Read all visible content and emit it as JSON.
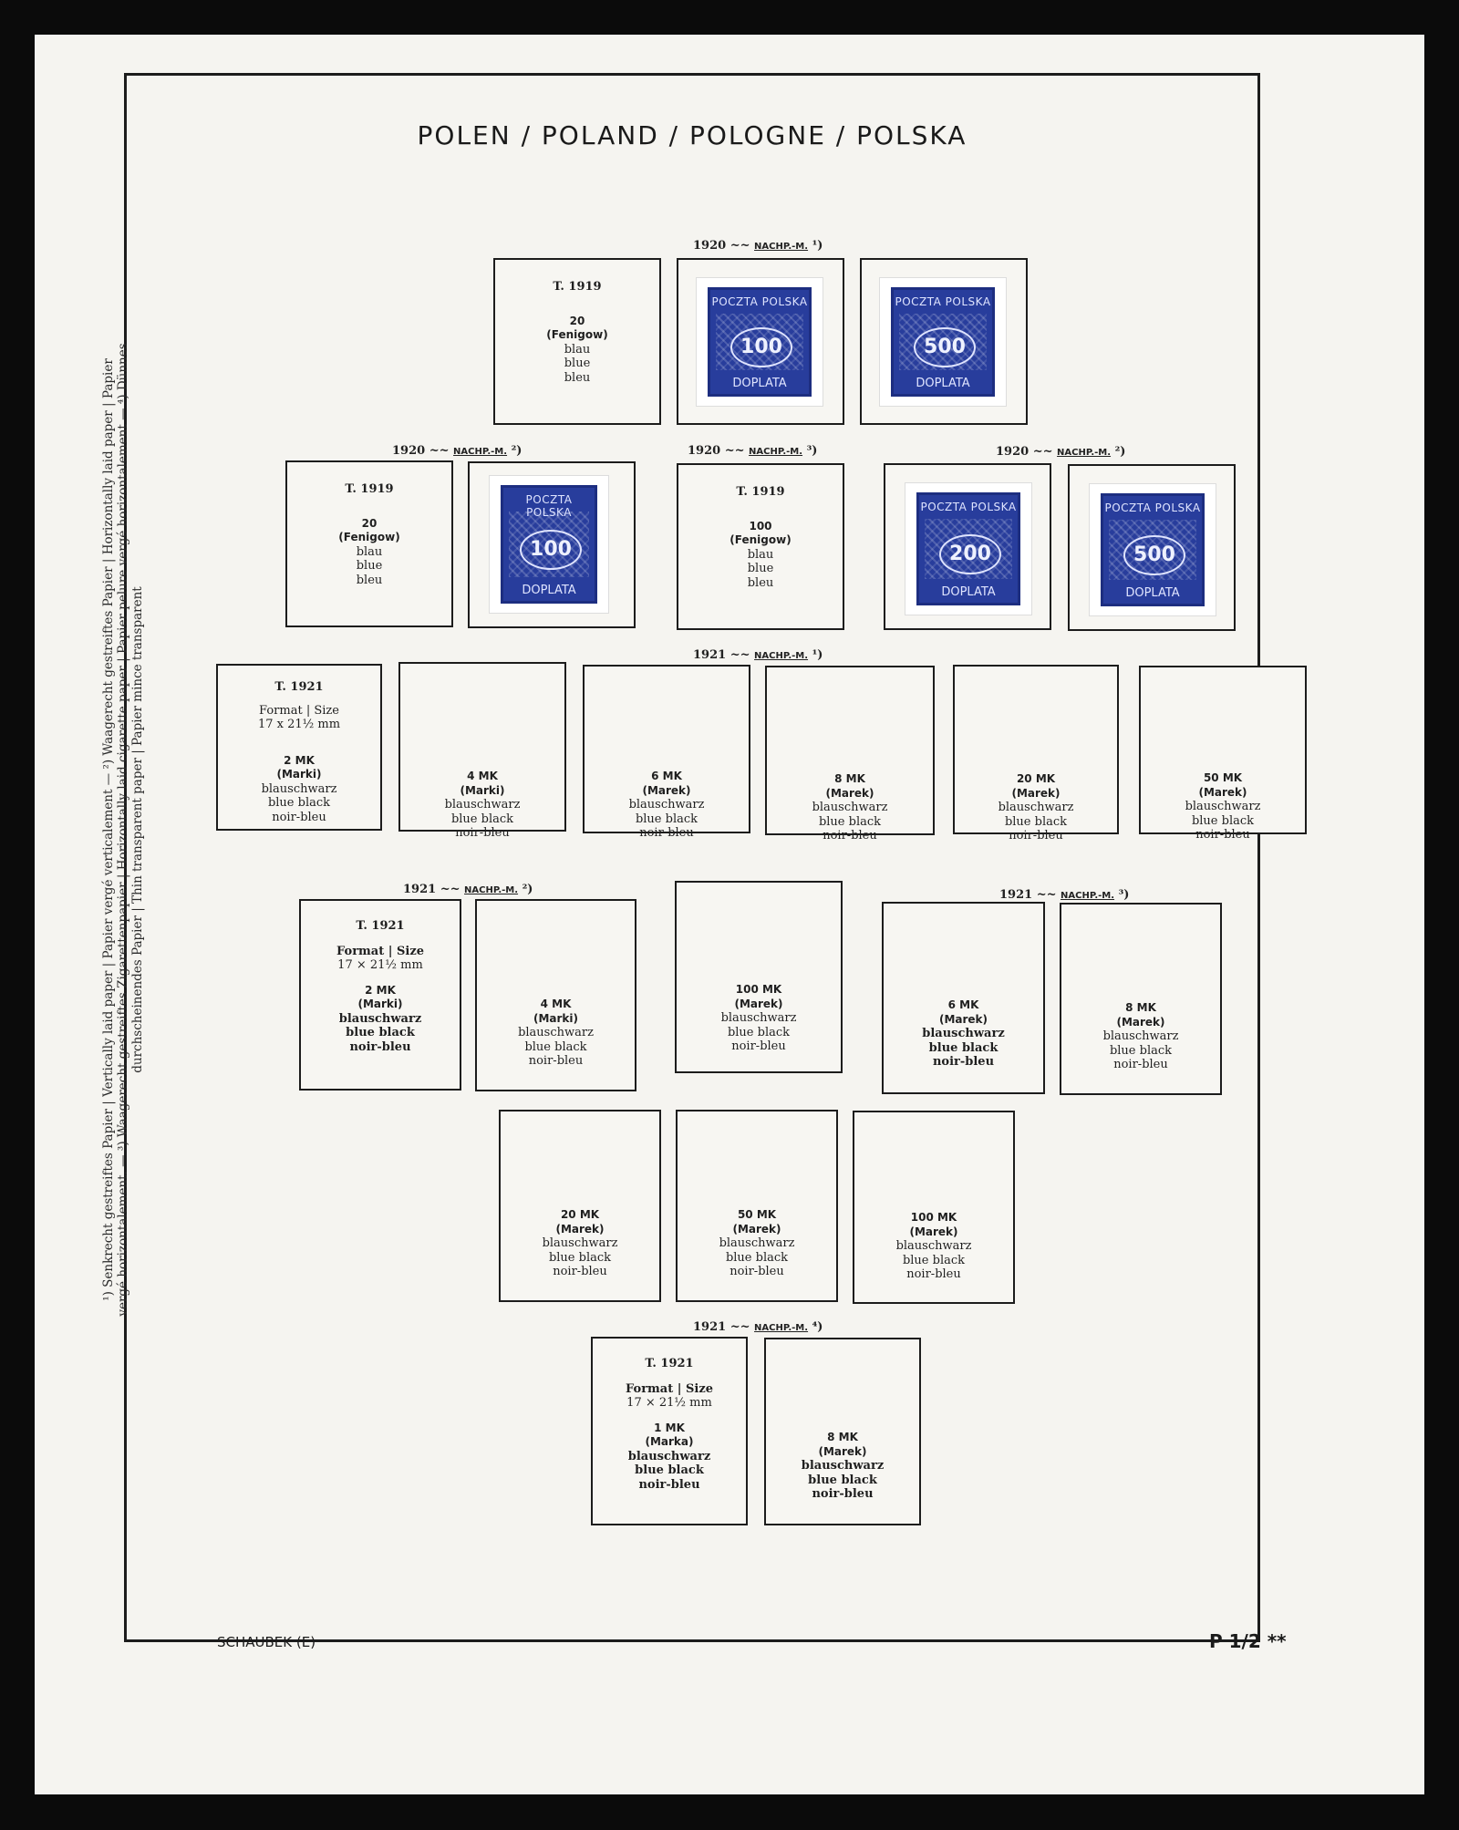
{
  "header": {
    "title": "POLEN / POLAND / POLOGNE / POLSKA"
  },
  "footnotes": {
    "line1": "¹) Senkrecht gestreiftes Papier | Vertically laid paper | Papier vergé verticalement — ²) Waagerecht gestreiftes Papier | Horizontally laid paper | Papier",
    "line2": "vergé horizontalement. — ³) Waagerecht gestreiftes Zigarettenpapier | Horizontally laid cigarette paper | Papier pelure vergé horizontalement — ⁴) Dünnes",
    "line3": "durchscheinendes Papier | Thin transparent paper | Papier mince transparent"
  },
  "series": [
    {
      "year": "1920",
      "wave": "~~",
      "overprint": "NACHP.-M.",
      "note": "¹)"
    },
    {
      "year": "1920",
      "wave": "~~",
      "overprint": "NACHP.-M.",
      "note": "²)"
    },
    {
      "year": "1920",
      "wave": "~~",
      "overprint": "NACHP.-M.",
      "note": "³)"
    },
    {
      "year": "1920",
      "wave": "~~",
      "overprint": "NACHP.-M.",
      "note": "²)"
    },
    {
      "year": "1921",
      "wave": "~~",
      "overprint": "NACHP.-M.",
      "note": "¹)"
    },
    {
      "year": "1921",
      "wave": "~~",
      "overprint": "NACHP.-M.",
      "note": "²)"
    },
    {
      "year": "1921",
      "wave": "~~",
      "overprint": "NACHP.-M.",
      "note": "³)"
    },
    {
      "year": "1921",
      "wave": "~~",
      "overprint": "NACHP.-M.",
      "note": "⁴)"
    }
  ],
  "stamps": {
    "country": "POCZTA POLSKA",
    "type": "DOPLATA",
    "values": [
      "100",
      "500",
      "100",
      "200",
      "500"
    ]
  },
  "boxes": {
    "r1a": {
      "type": "T. 1919",
      "value": "20",
      "unit": "(Fenigow)",
      "c1": "blau",
      "c2": "blue",
      "c3": "bleu"
    },
    "r2a": {
      "type": "T. 1919",
      "value": "20",
      "unit": "(Fenigow)",
      "c1": "blau",
      "c2": "blue",
      "c3": "bleu"
    },
    "r2c": {
      "type": "T. 1919",
      "value": "100",
      "unit": "(Fenigow)",
      "c1": "blau",
      "c2": "blue",
      "c3": "bleu"
    },
    "r3a": {
      "type": "T. 1921",
      "format": "Format | Size",
      "size": "17 x 21½ mm",
      "value": "2 MK",
      "unit": "(Marki)",
      "c1": "blauschwarz",
      "c2": "blue black",
      "c3": "noir-bleu"
    },
    "r3b": {
      "value": "4 MK",
      "unit": "(Marki)",
      "c1": "blauschwarz",
      "c2": "blue black",
      "c3": "noir-bleu"
    },
    "r3c": {
      "value": "6 MK",
      "unit": "(Marek)",
      "c1": "blauschwarz",
      "c2": "blue black",
      "c3": "noir-bleu"
    },
    "r3d": {
      "value": "8 MK",
      "unit": "(Marek)",
      "c1": "blauschwarz",
      "c2": "blue black",
      "c3": "noir-bleu"
    },
    "r3e": {
      "value": "20 MK",
      "unit": "(Marek)",
      "c1": "blauschwarz",
      "c2": "blue black",
      "c3": "noir-bleu"
    },
    "r3f": {
      "value": "50 MK",
      "unit": "(Marek)",
      "c1": "blauschwarz",
      "c2": "blue black",
      "c3": "noir-bleu"
    },
    "r4a": {
      "type": "T. 1921",
      "format": "Format | Size",
      "size": "17 × 21½ mm",
      "value": "2 MK",
      "unit": "(Marki)",
      "c1": "blauschwarz",
      "c2": "blue black",
      "c3": "noir-bleu"
    },
    "r4b": {
      "value": "4 MK",
      "unit": "(Marki)",
      "c1": "blauschwarz",
      "c2": "blue black",
      "c3": "noir-bleu"
    },
    "r4c": {
      "value": "100 MK",
      "unit": "(Marek)",
      "c1": "blauschwarz",
      "c2": "blue black",
      "c3": "noir-bleu"
    },
    "r4d": {
      "value": "6 MK",
      "unit": "(Marek)",
      "c1": "blauschwarz",
      "c2": "blue black",
      "c3": "noir-bleu"
    },
    "r4e": {
      "value": "8 MK",
      "unit": "(Marek)",
      "c1": "blauschwarz",
      "c2": "blue black",
      "c3": "noir-bleu"
    },
    "r5a": {
      "value": "20 MK",
      "unit": "(Marek)",
      "c1": "blauschwarz",
      "c2": "blue black",
      "c3": "noir-bleu"
    },
    "r5b": {
      "value": "50 MK",
      "unit": "(Marek)",
      "c1": "blauschwarz",
      "c2": "blue black",
      "c3": "noir-bleu"
    },
    "r5c": {
      "value": "100 MK",
      "unit": "(Marek)",
      "c1": "blauschwarz",
      "c2": "blue black",
      "c3": "noir-bleu"
    },
    "r6a": {
      "type": "T. 1921",
      "format": "Format | Size",
      "size": "17 × 21½ mm",
      "value": "1 MK",
      "unit": "(Marka)",
      "c1": "blauschwarz",
      "c2": "blue black",
      "c3": "noir-bleu"
    },
    "r6b": {
      "value": "8 MK",
      "unit": "(Marek)",
      "c1": "blauschwarz",
      "c2": "blue black",
      "c3": "noir-bleu"
    }
  },
  "footer": {
    "left": "SCHAUBEK (E)",
    "right": "P 1/2 **"
  },
  "colors": {
    "stamp_blue": "#283d9c",
    "page": "#f5f4f0",
    "border": "#0b0b0b"
  }
}
